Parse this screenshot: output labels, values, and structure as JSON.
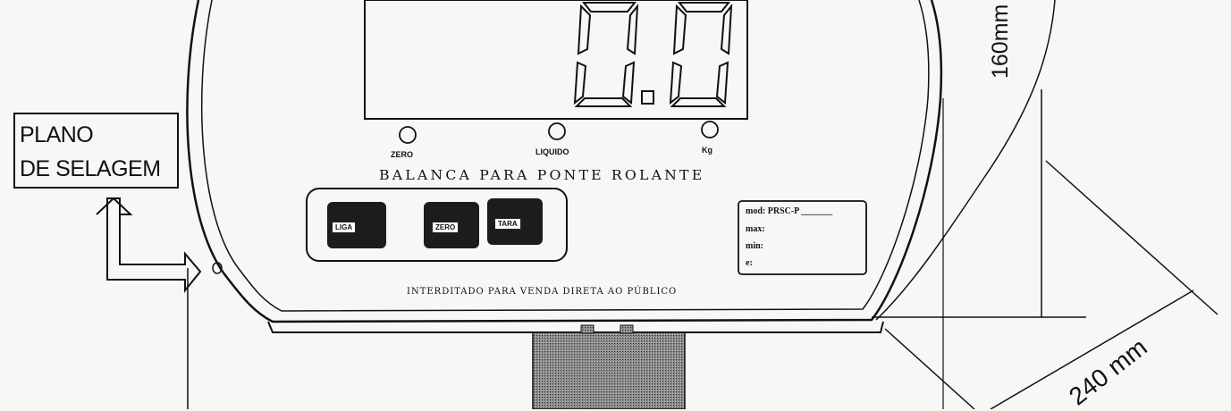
{
  "seal_label": {
    "line1": "PLANO",
    "line2": "DE SELAGEM"
  },
  "display": {
    "reading": "0.0"
  },
  "indicators": [
    {
      "label": "ZERO"
    },
    {
      "label": "LIQUIDO"
    },
    {
      "label": "Kg"
    }
  ],
  "title": "BALANCA PARA PONTE ROLANTE",
  "buttons": {
    "liga": "LIGA",
    "zero": "ZERO",
    "tara": "TARA"
  },
  "plate": {
    "mod": "mod: PRSC-P _______",
    "max": "max:",
    "min": "min:",
    "e": "e:"
  },
  "footer": "INTERDITADO PARA VENDA DIRETA AO PÚBLICO",
  "dimensions": {
    "height": "160mm",
    "width": "240 mm"
  }
}
